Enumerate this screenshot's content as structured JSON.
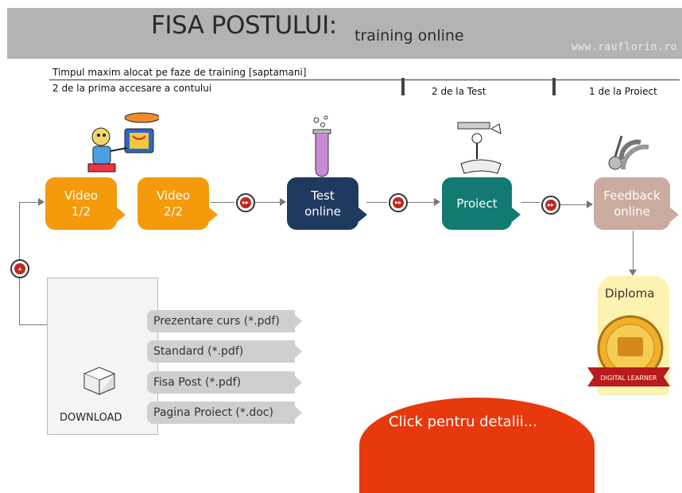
{
  "header": {
    "title": "FISA POSTULUI:",
    "subtitle": "training online",
    "site": "www.rauflorin.ro"
  },
  "timing": {
    "heading": "Timpul maxim alocat pe faze de training [saptamani]",
    "phase1": "2 de la prima accesare a contului",
    "phase2": "2 de la Test",
    "phase3": "1 de la Proiect"
  },
  "flow": {
    "video1": "Video\n1/2",
    "video2": "Video\n2/2",
    "test": "Test\nonline",
    "proiect": "Proiect",
    "feedback": "Feedback\nonline"
  },
  "download": {
    "label": "DOWNLOAD",
    "files": [
      "Prezentare curs (*.pdf)",
      "Standard (*.pdf)",
      "Fisa Post (*.pdf)",
      "Pagina Proiect (*.doc)"
    ]
  },
  "diploma": {
    "label": "Diploma",
    "badge_text": "DIGITAL LEARNER"
  },
  "cta": {
    "label": "Click  pentru detalii..."
  },
  "colors": {
    "orange": "#f59a0a",
    "navy": "#1f3a5f",
    "teal": "#137a72",
    "taupe": "#c9aba0",
    "red": "#e8380d"
  },
  "icons": [
    "kid-computer-illustration",
    "test-tube-icon",
    "reader-illustration",
    "satellite-dish-icon",
    "open-box-icon",
    "forward-icon",
    "up-icon",
    "diploma-badge-icon"
  ]
}
